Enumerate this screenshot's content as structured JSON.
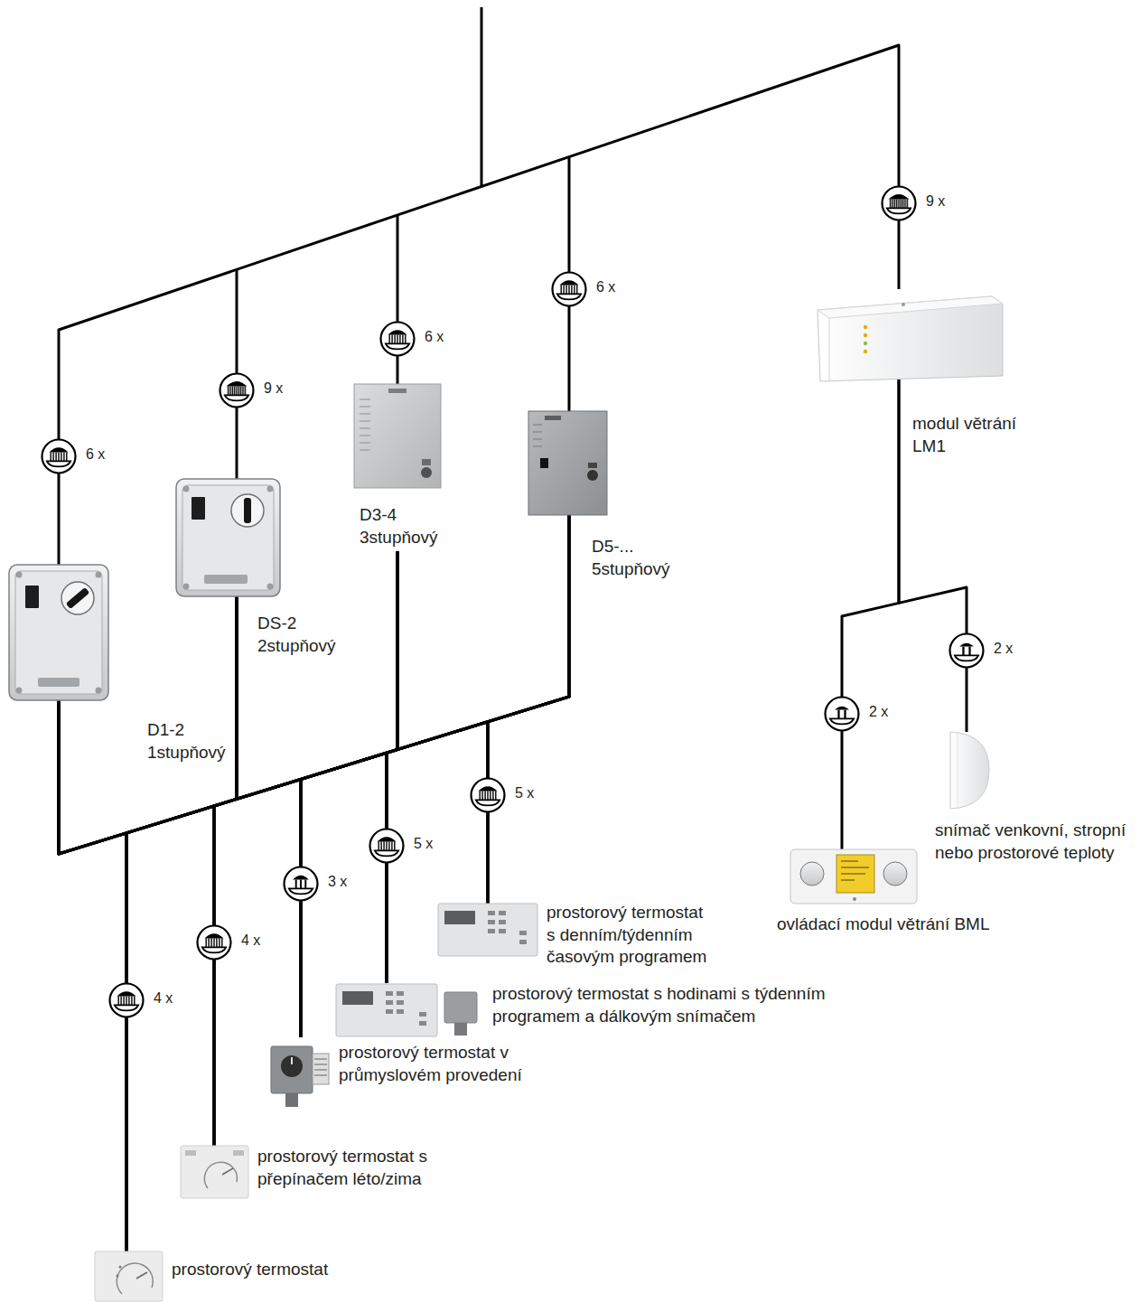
{
  "diagram": {
    "nodes": [
      {
        "text": [
          "D1-2",
          "1stupňový"
        ]
      },
      {
        "text": [
          "DS-2",
          "2stupňový"
        ]
      },
      {
        "text": [
          "D3-4",
          "3stupňový"
        ]
      },
      {
        "text": [
          "D5-...",
          "5stupňový"
        ]
      },
      {
        "text": [
          "modul větrání LM1"
        ]
      },
      {
        "text": [
          "snímač venkovní, stropní nebo prostorové teploty"
        ]
      },
      {
        "text": [
          "ovládací modul větrání BML"
        ]
      },
      {
        "text": [
          "prostorový termostat s denním/týdenním časovým programem"
        ]
      },
      {
        "text": [
          "prostorový termostat s hodinami s týdenním programem a dálkovým snímačem"
        ]
      },
      {
        "text": [
          "prostorový termostat v průmyslovém provedení"
        ]
      },
      {
        "text": [
          "prostorový termostat s přepínačem léto/zima"
        ]
      },
      {
        "text": [
          "prostorový termostat"
        ]
      }
    ],
    "edges": [
      {
        "from": 0,
        "to": 7,
        "arrow": "none"
      },
      {
        "from": 0,
        "to": 8,
        "arrow": "none"
      },
      {
        "from": 0,
        "to": 9,
        "arrow": "none"
      },
      {
        "from": 0,
        "to": 10,
        "arrow": "none"
      },
      {
        "from": 0,
        "to": 11,
        "arrow": "none"
      },
      {
        "from": 1,
        "to": 7,
        "arrow": "none"
      },
      {
        "from": 1,
        "to": 8,
        "arrow": "none"
      },
      {
        "from": 1,
        "to": 9,
        "arrow": "none"
      },
      {
        "from": 1,
        "to": 10,
        "arrow": "none"
      },
      {
        "from": 1,
        "to": 11,
        "arrow": "none"
      },
      {
        "from": 2,
        "to": 7,
        "arrow": "none"
      },
      {
        "from": 2,
        "to": 8,
        "arrow": "none"
      },
      {
        "from": 2,
        "to": 9,
        "arrow": "none"
      },
      {
        "from": 2,
        "to": 10,
        "arrow": "none"
      },
      {
        "from": 2,
        "to": 11,
        "arrow": "none"
      },
      {
        "from": 3,
        "to": 7,
        "arrow": "none"
      },
      {
        "from": 3,
        "to": 8,
        "arrow": "none"
      },
      {
        "from": 3,
        "to": 9,
        "arrow": "none"
      },
      {
        "from": 3,
        "to": 10,
        "arrow": "none"
      },
      {
        "from": 3,
        "to": 11,
        "arrow": "none"
      },
      {
        "from": 4,
        "to": 6,
        "arrow": "none"
      },
      {
        "from": 4,
        "to": 5,
        "arrow": "none"
      }
    ],
    "labels": [
      "6 x",
      "9 x",
      "6 x",
      "6 x",
      "9 x",
      "4 x",
      "4 x",
      "3 x",
      "5 x",
      "5 x",
      "2 x",
      "2 x"
    ]
  }
}
